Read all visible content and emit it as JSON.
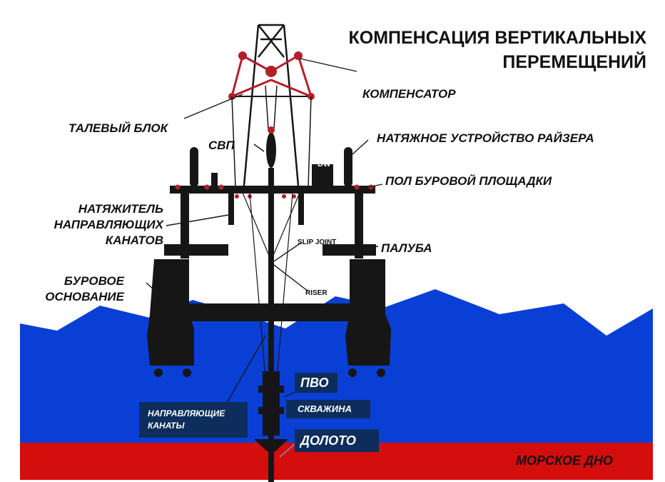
{
  "title_line1": "КОМПЕНСАЦИЯ ВЕРТИКАЛЬНЫХ",
  "title_line2": "ПЕРЕМЕЩЕНИЙ",
  "labels": {
    "compensator": "КОМПЕНСАТОР",
    "travelling_block": "ТАЛЕВЫЙ БЛОК",
    "svp": "СВП",
    "riser_tensioner": "НАТЯЖНОЕ УСТРОЙСТВО РАЙЗЕРА",
    "drill_floor": "ПОЛ БУРОВОЙ ПЛОЩАДКИ",
    "guideline_tensioner_1": "НАТЯЖИТЕЛЬ",
    "guideline_tensioner_2": "НАПРАВЛЯЮЩИХ",
    "guideline_tensioner_3": "КАНАТОВ",
    "deck": "ПАЛУБА",
    "drilling_base_1": "БУРОВОЕ",
    "drilling_base_2": "ОСНОВАНИЕ",
    "seabed": "МОРСКОЕ ДНО",
    "dw": "DW",
    "slip_joint": "SLIP JOINT",
    "riser": "RISER"
  },
  "boxes": {
    "bop": "ПВО",
    "well": "СКВАЖИНА",
    "bit": "ДОЛОТО",
    "guidelines_1": "НАПРАВЛЯЮЩИЕ",
    "guidelines_2": "КАНАТЫ"
  },
  "colors": {
    "sea": "#0a3fd6",
    "seabed": "#d40d0d",
    "structure": "#161616",
    "accent_red": "#b3202a",
    "label_box": "#0d2d5c"
  }
}
